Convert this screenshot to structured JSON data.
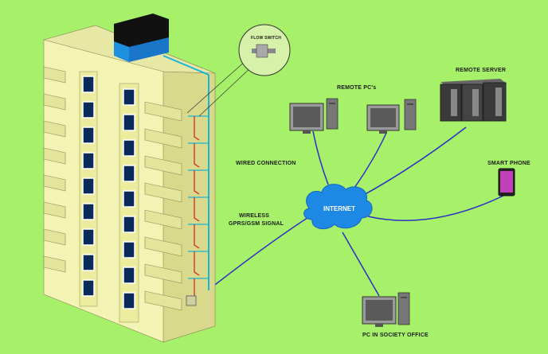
{
  "labels": {
    "flow_switch": "FLOW SWITCH",
    "remote_pcs": "REMOTE PC's",
    "remote_server": "REMOTE SERVER",
    "wired_connection": "WIRED CONNECTION",
    "wireless_line1": "WIRELESS",
    "wireless_line2": "GPRS/GSM SIGNAL",
    "internet": "INTERNET",
    "smart_phone": "SMART PHONE",
    "pc_society_office": "PC IN SOCIETY OFFICE"
  },
  "colors": {
    "background": "#a6f06a",
    "building_front": "#f3f3b4",
    "building_side": "#dede96",
    "tank_top": "#111111",
    "tank_bottom": "#1e90e0",
    "cloud": "#1e88e5",
    "wire_blue": "#2d2dc8",
    "pipe_red": "#d12020",
    "pipe_cyan": "#17b5d8"
  },
  "icons": {
    "building": "apartment-building-icon",
    "cloud": "internet-cloud-icon",
    "desktop": "desktop-computer-icon",
    "server": "server-rack-icon",
    "phone": "smartphone-icon",
    "sensor": "flow-switch-icon"
  }
}
